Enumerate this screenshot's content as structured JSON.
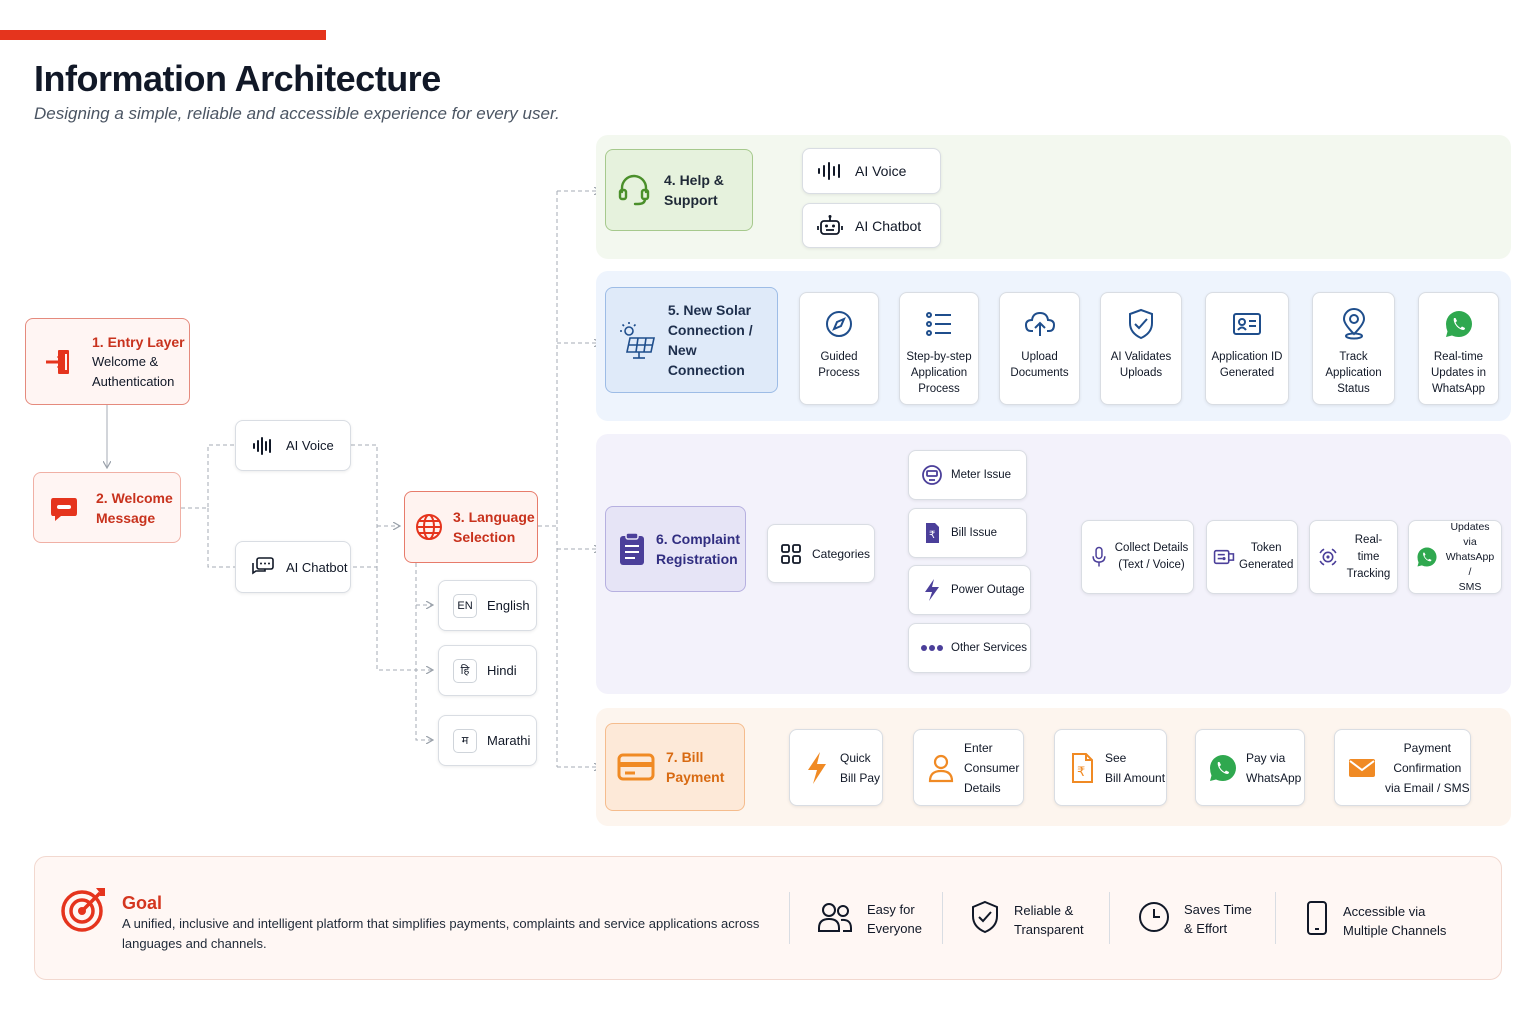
{
  "header": {
    "title": "Information Architecture",
    "subtitle": "Designing a simple, reliable and accessible experience for every user."
  },
  "entry": {
    "title": "1. Entry Layer",
    "line1": "Welcome &",
    "line2": "Authentication"
  },
  "welcome": {
    "line1": "2. Welcome",
    "line2": "Message"
  },
  "channels": {
    "voice": "AI Voice",
    "chatbot": "AI Chatbot"
  },
  "language": {
    "line1": "3. Language",
    "line2": "Selection",
    "options": [
      {
        "chip": "EN",
        "label": "English"
      },
      {
        "chip": "हि",
        "label": "Hindi"
      },
      {
        "chip": "म",
        "label": "Marathi"
      }
    ]
  },
  "help": {
    "line1": "4. Help &",
    "line2": "Support",
    "items": [
      "AI Voice",
      "AI Chatbot"
    ]
  },
  "solar": {
    "line1": "5. New Solar",
    "line2": "Connection /",
    "line3": "New Connection",
    "steps": [
      {
        "icon": "compass-icon",
        "lines": [
          "Guided",
          "Process"
        ]
      },
      {
        "icon": "list-icon",
        "lines": [
          "Step-by-step",
          "Application",
          "Process"
        ]
      },
      {
        "icon": "cloud-upload-icon",
        "lines": [
          "Upload",
          "Documents"
        ]
      },
      {
        "icon": "shield-check-icon",
        "lines": [
          "AI Validates",
          "Uploads"
        ]
      },
      {
        "icon": "id-card-icon",
        "lines": [
          "Application ID",
          "Generated"
        ]
      },
      {
        "icon": "location-pin-icon",
        "lines": [
          "Track",
          "Application",
          "Status"
        ]
      },
      {
        "icon": "whatsapp-icon",
        "lines": [
          "Real-time",
          "Updates in",
          "WhatsApp"
        ]
      }
    ]
  },
  "complaint": {
    "line1": "6. Complaint",
    "line2": "Registration",
    "categories": "Categories",
    "types": [
      "Meter Issue",
      "Bill Issue",
      "Power Outage",
      "Other Services"
    ],
    "steps": [
      {
        "icon": "microphone-icon",
        "lines": [
          "Collect Details",
          "(Text / Voice)"
        ]
      },
      {
        "icon": "ticket-icon",
        "lines": [
          "Token",
          "Generated"
        ]
      },
      {
        "icon": "tracking-icon",
        "lines": [
          "Real-time",
          "Tracking"
        ]
      },
      {
        "icon": "whatsapp-icon",
        "lines": [
          "Updates via",
          "WhatsApp /",
          "SMS"
        ]
      }
    ]
  },
  "bill": {
    "line1": "7. Bill",
    "line2": "Payment",
    "steps": [
      {
        "icon": "lightning-icon",
        "lines": [
          "Quick",
          "Bill Pay"
        ]
      },
      {
        "icon": "user-icon",
        "lines": [
          "Enter",
          "Consumer",
          "Details"
        ]
      },
      {
        "icon": "rupee-doc-icon",
        "lines": [
          "See",
          "Bill Amount"
        ]
      },
      {
        "icon": "whatsapp-icon",
        "lines": [
          "Pay via",
          "WhatsApp"
        ]
      },
      {
        "icon": "mail-icon",
        "lines": [
          "Payment",
          "Confirmation",
          "via Email / SMS"
        ]
      }
    ]
  },
  "goal": {
    "title": "Goal",
    "text": "A unified, inclusive and intelligent platform that simplifies payments, complaints and service applications across languages and channels.",
    "features": [
      {
        "icon": "users-icon",
        "lines": [
          "Easy for",
          "Everyone"
        ]
      },
      {
        "icon": "shield-icon",
        "lines": [
          "Reliable &",
          "Transparent"
        ]
      },
      {
        "icon": "clock-icon",
        "lines": [
          "Saves Time",
          "& Effort"
        ]
      },
      {
        "icon": "phone-icon",
        "lines": [
          "Accessible via",
          "Multiple Channels"
        ]
      }
    ]
  },
  "colors": {
    "accent": "#e5341d",
    "help": "#4a8f2a",
    "solar": "#1f4e8c",
    "complaint": "#4b3f9a",
    "bill": "#f08a24"
  }
}
